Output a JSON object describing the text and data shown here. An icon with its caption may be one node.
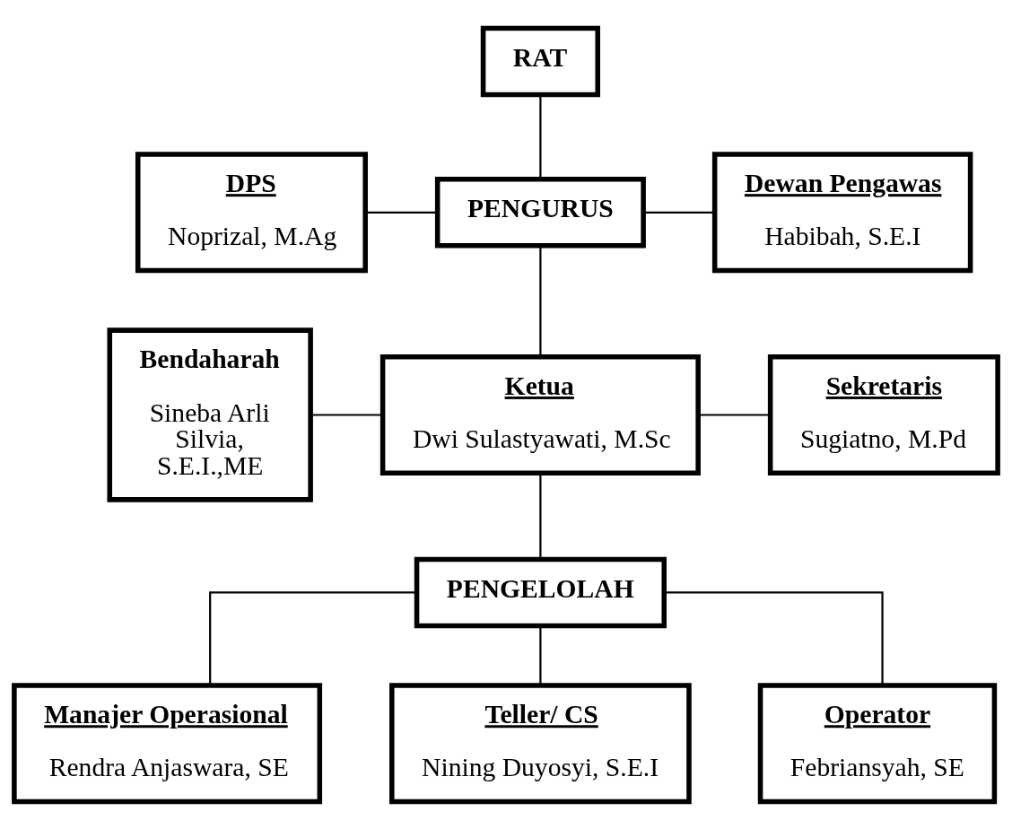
{
  "diagram": {
    "nodes": [
      {
        "text": [
          "RAT"
        ]
      },
      {
        "text": [
          "DPS",
          "Noprizal, M.Ag"
        ]
      },
      {
        "text": [
          "PENGURUS"
        ]
      },
      {
        "text": [
          "Dewan Pengawas",
          "Habibah, S.E.I"
        ]
      },
      {
        "text": [
          "Bendaharah",
          "Sineba Arli Silvia, S.E.I.,ME"
        ]
      },
      {
        "text": [
          "Ketua",
          "Dwi Sulastyawati, M.Sc"
        ]
      },
      {
        "text": [
          "Sekretaris",
          "Sugiatno, M.Pd"
        ]
      },
      {
        "text": [
          "PENGELOLAH"
        ]
      },
      {
        "text": [
          "Manajer Operasional",
          "Rendra Anjaswara, SE"
        ]
      },
      {
        "text": [
          "Teller/ CS",
          "Nining Duyosyi, S.E.I"
        ]
      },
      {
        "text": [
          "Operator",
          "Febriansyah, SE"
        ]
      }
    ],
    "edges": [
      {
        "from": 0,
        "to": 2,
        "arrow": "none"
      },
      {
        "from": 1,
        "to": 2,
        "arrow": "none"
      },
      {
        "from": 2,
        "to": 3,
        "arrow": "none"
      },
      {
        "from": 2,
        "to": 5,
        "arrow": "none"
      },
      {
        "from": 4,
        "to": 5,
        "arrow": "none"
      },
      {
        "from": 5,
        "to": 6,
        "arrow": "none"
      },
      {
        "from": 5,
        "to": 7,
        "arrow": "none"
      },
      {
        "from": 7,
        "to": 8,
        "arrow": "none"
      },
      {
        "from": 7,
        "to": 9,
        "arrow": "none"
      },
      {
        "from": 7,
        "to": 10,
        "arrow": "none"
      }
    ]
  }
}
